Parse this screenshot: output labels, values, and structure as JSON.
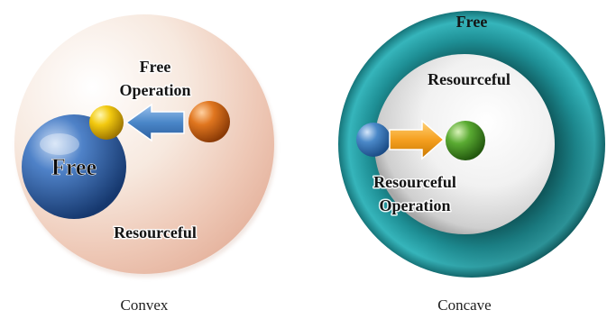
{
  "convex": {
    "caption": "Convex",
    "outer_label": "Resourceful",
    "inner_label": "Free",
    "operation_label": [
      "Free",
      "Operation"
    ]
  },
  "concave": {
    "caption": "Concave",
    "outer_label": "Free",
    "inner_label": "Resourceful",
    "operation_label": [
      "Resourceful",
      "Operation"
    ]
  },
  "colors": {
    "convex_sphere": "#f2d6c6",
    "free_ball": "#2f5fa8",
    "gold_ball": "#e6b800",
    "orange_ball": "#d9661a",
    "convex_arrow": "#4a86c8",
    "concave_ring": "#1e8f95",
    "concave_core": "#f4f4f4",
    "blue_small_ball": "#3f7fc0",
    "green_ball": "#4c9a2a",
    "concave_arrow": "#f5a020"
  }
}
